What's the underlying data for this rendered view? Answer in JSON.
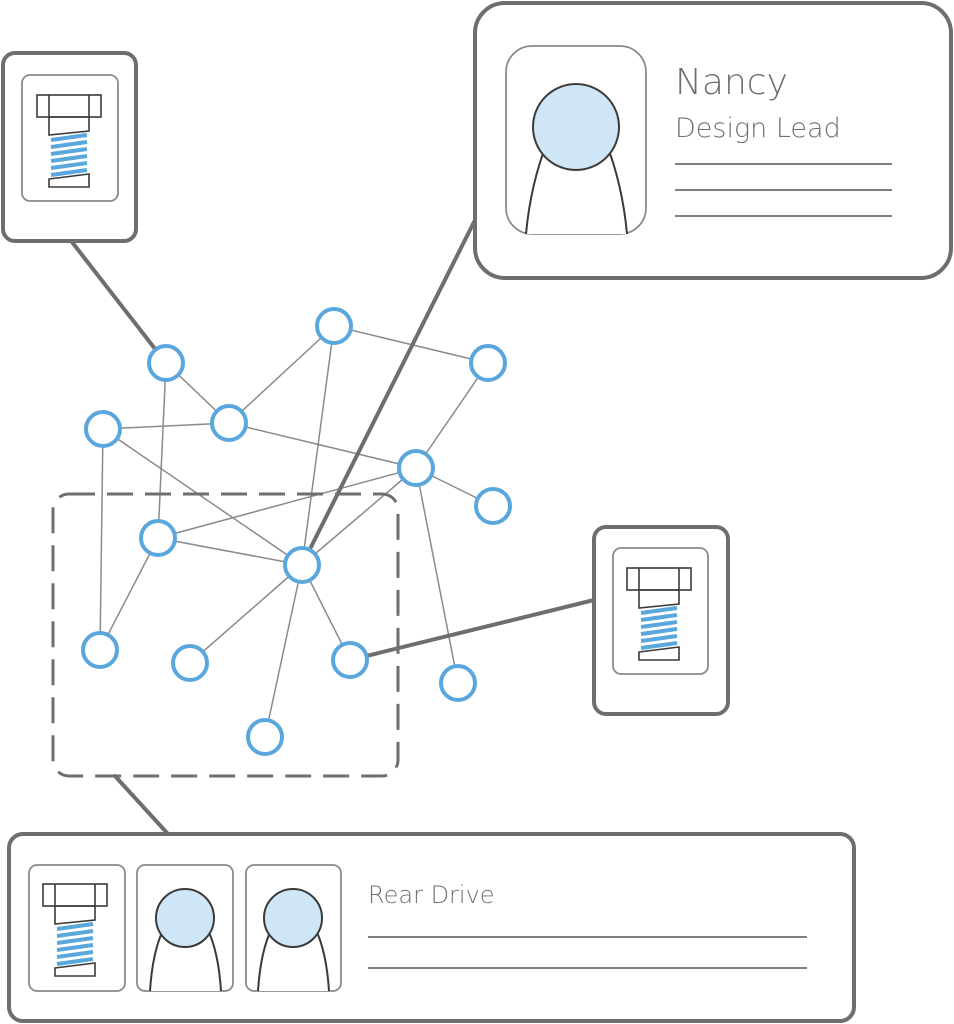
{
  "colors": {
    "outline": "#6e6e6e",
    "node_stroke": "#5aa7dd",
    "node_fill": "#ffffff",
    "avatar_fill": "#cfe6f6",
    "thread": "#5aa7dd",
    "text": "#6e6e6e"
  },
  "person_card": {
    "name": "Nancy",
    "role": "Design Lead",
    "icon": "person-icon"
  },
  "part_cards": [
    {
      "icon": "bolt-icon"
    },
    {
      "icon": "bolt-icon"
    }
  ],
  "group_card": {
    "title": "Rear Drive",
    "icons": [
      "bolt-icon",
      "person-icon",
      "person-icon"
    ]
  }
}
